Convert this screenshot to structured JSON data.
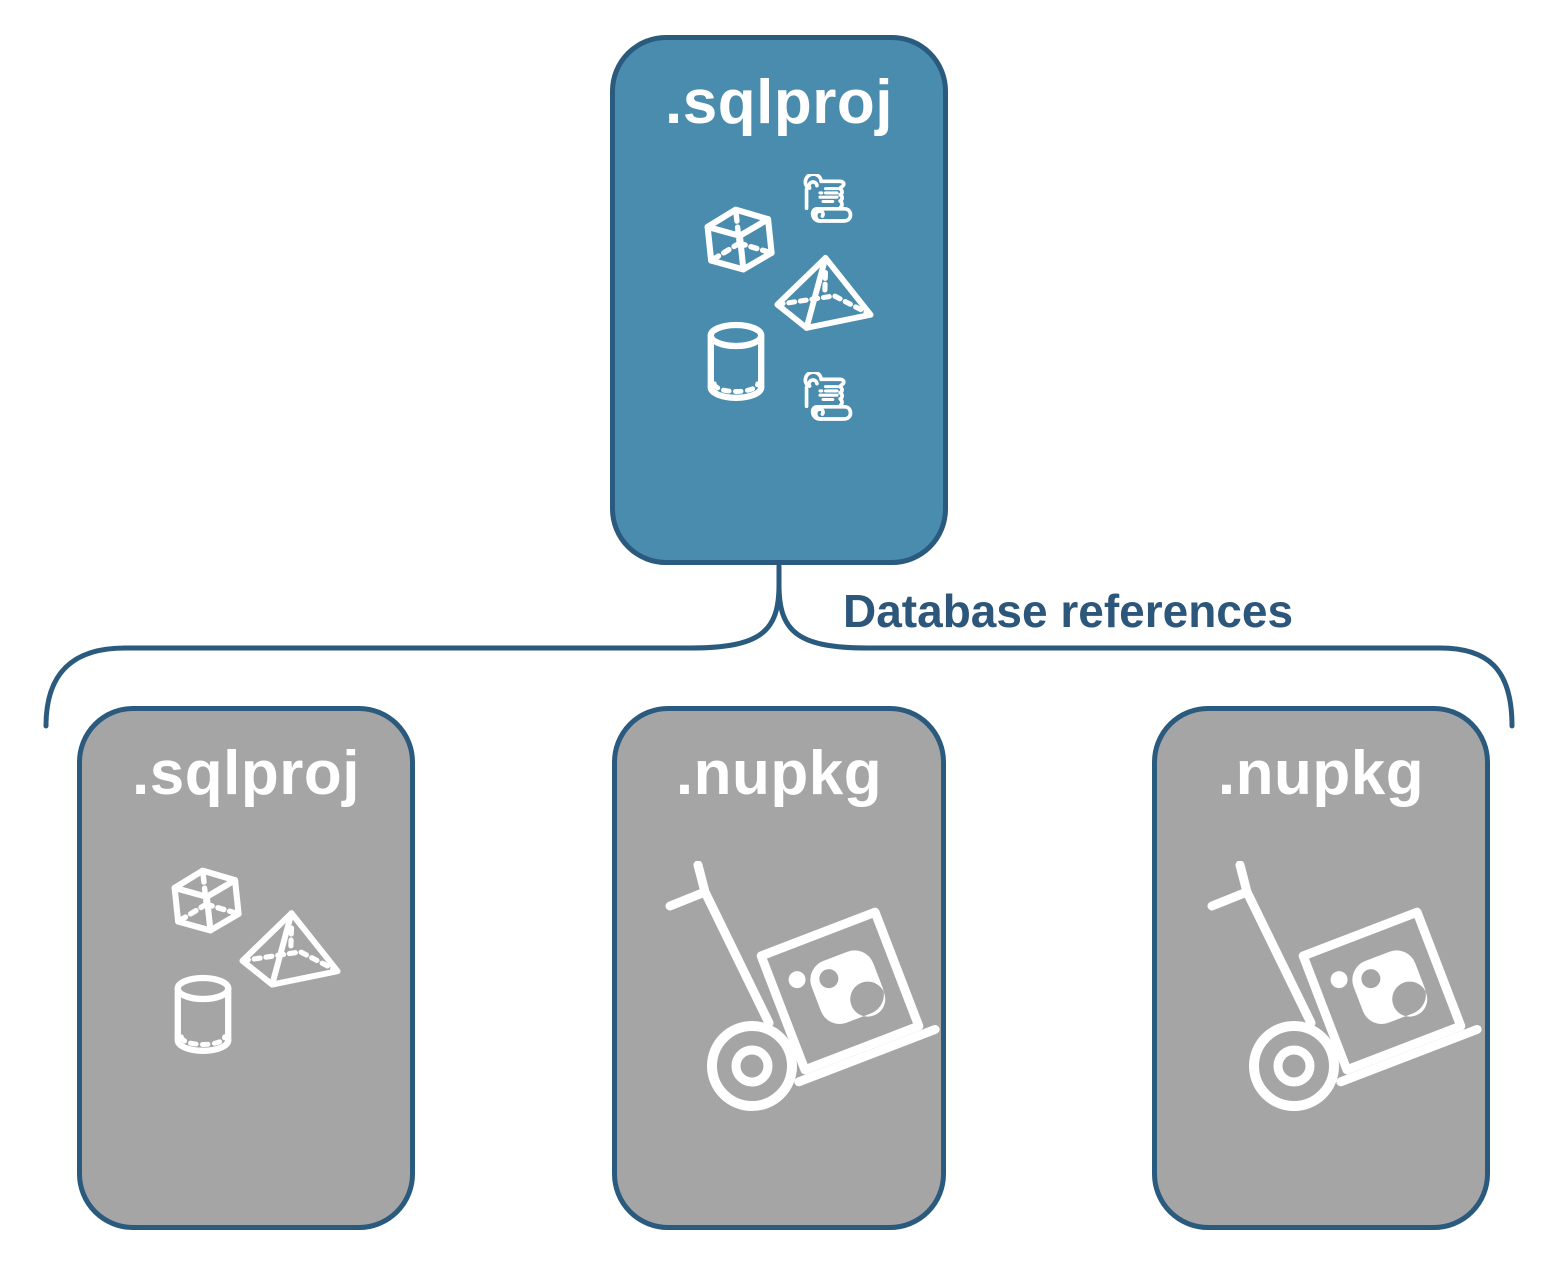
{
  "diagram": {
    "root": {
      "label": ".sqlproj",
      "icons": [
        "cube-icon",
        "scroll-icon",
        "pyramid-icon",
        "cylinder-icon",
        "scroll-icon"
      ]
    },
    "connector": {
      "label": "Database references"
    },
    "references": [
      {
        "label": ".sqlproj",
        "icons": [
          "cube-icon",
          "pyramid-icon",
          "cylinder-icon"
        ]
      },
      {
        "label": ".nupkg",
        "icons": [
          "hand-truck-icon",
          "nuget-package-icon"
        ]
      },
      {
        "label": ".nupkg",
        "icons": [
          "hand-truck-icon",
          "nuget-package-icon"
        ]
      }
    ],
    "colors": {
      "root_fill": "#4A8CAD",
      "ref_fill": "#A5A5A5",
      "outline": "#2A5A7D",
      "label_text": "#FFFFFF",
      "connector_text": "#2D567B",
      "icon_stroke": "#FFFFFF",
      "background": "#FFFFFF"
    }
  }
}
